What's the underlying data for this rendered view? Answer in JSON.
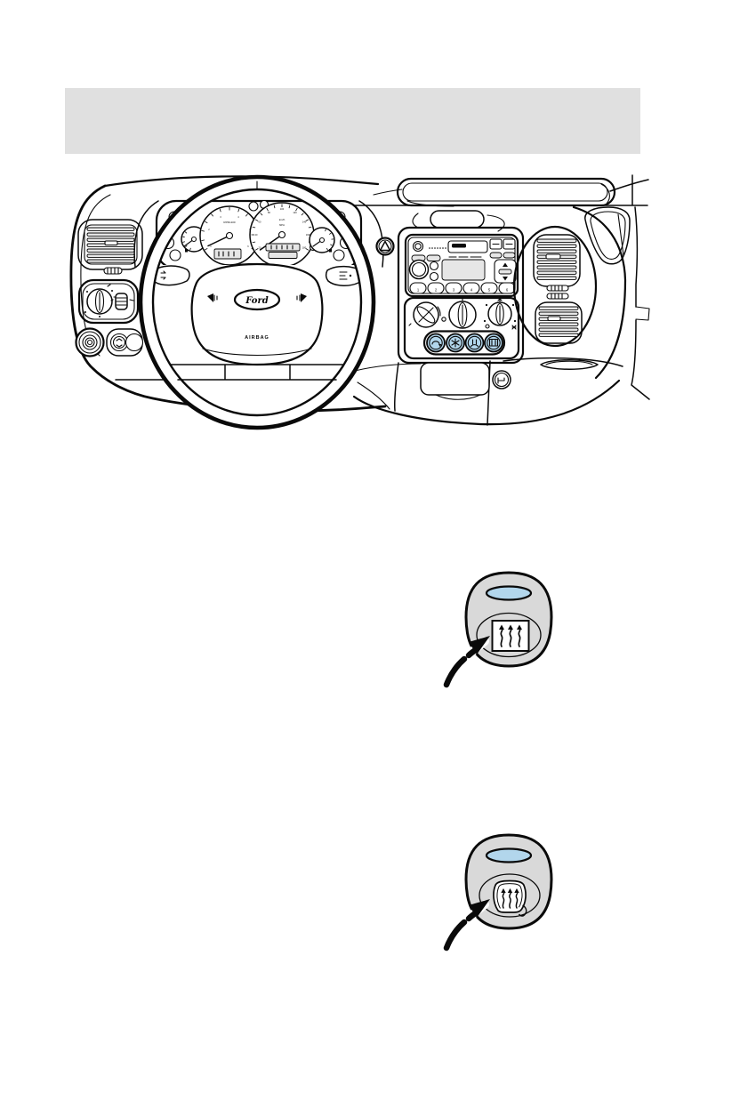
{
  "page": {
    "background": "#ffffff"
  },
  "header_bar": {
    "color": "#e0e0e0"
  },
  "colors": {
    "line": "#0a0a0a",
    "switch_gray": "#d9d9d9",
    "indicator_blue": "#b2d6ec",
    "display_gray": "#e6e6e6"
  },
  "dashboard_figure": {
    "description": "instrument-panel-overview-illustration",
    "steering_wheel": {
      "logo_text": "Ford",
      "airbag_label": "AIRBAG"
    },
    "cluster": {
      "tach_label": "RPMx100",
      "speedo_label": "km/h",
      "speedo_sublabel": "MPH",
      "tach_numbers": [
        "1",
        "2",
        "3",
        "4",
        "5",
        "6"
      ],
      "speedo_numbers": [
        "20",
        "40",
        "60",
        "80",
        "100",
        "120",
        "140",
        "160",
        "180"
      ]
    },
    "radio": {
      "presets": [
        "1",
        "2",
        "3",
        "4",
        "5",
        "6"
      ]
    },
    "climate": {
      "highlight_color": "#b2d6ec",
      "highlighted_buttons": [
        "air-recirculation",
        "air-conditioning",
        "windshield-defrost",
        "rear-window-defrost"
      ]
    }
  },
  "figure_rear_defrost": {
    "description": "rear-window-defrost-switch-callout",
    "icon": "heated-rear-window-icon",
    "indicator_color": "#b2d6ec"
  },
  "figure_windshield_defrost": {
    "description": "windshield-defrost-switch-callout",
    "icon": "heated-windshield-icon",
    "indicator_color": "#b2d6ec"
  }
}
